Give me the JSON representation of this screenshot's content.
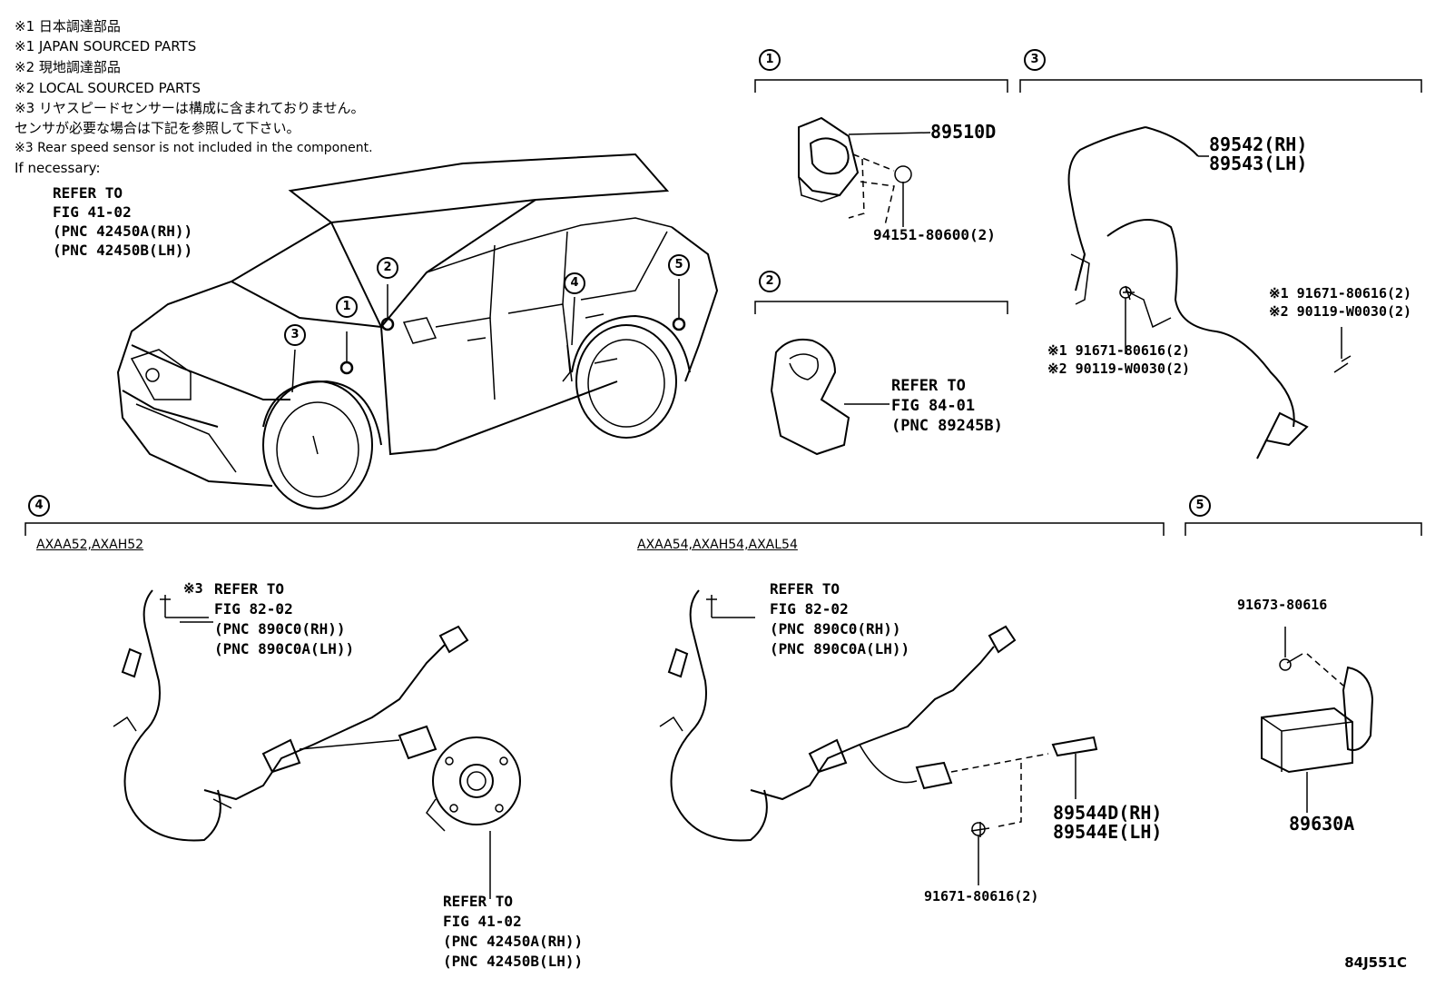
{
  "notes": [
    "※1 日本調達部品",
    "※1 JAPAN SOURCED PARTS",
    "※2 現地調達部品",
    "※2 LOCAL SOURCED PARTS",
    "※3 リヤスピードセンサーは構成に含まれておりません。",
    "     センサが必要な場合は下記を参照して下さい。",
    "※3 Rear speed sensor is not included in the component.",
    "     If necessary:"
  ],
  "refer_top": [
    "REFER TO",
    "FIG 41-02",
    "(PNC 42450A(RH))",
    "(PNC 42450B(LH))"
  ],
  "callouts": [
    "1",
    "2",
    "3",
    "4",
    "5"
  ],
  "sec1": {
    "number": "1",
    "part_main": "89510D",
    "part_bolt": "94151-80600(2)"
  },
  "sec2": {
    "number": "2",
    "refer": [
      "REFER TO",
      "FIG 84-01",
      "(PNC 89245B)"
    ]
  },
  "sec3": {
    "number": "3",
    "part_rh": "89542(RH)",
    "part_lh": "89543(LH)",
    "bolt_right": [
      "※1 91671-80616(2)",
      "※2 90119-W0030(2)"
    ],
    "bolt_left": [
      "※1 91671-80616(2)",
      "※2 90119-W0030(2)"
    ]
  },
  "sec4": {
    "number": "4",
    "model_left": "AXAA52,AXAH52",
    "model_right": "AXAA54,AXAH54,AXAL54",
    "refer_left_mark": "※3",
    "refer_left": [
      "REFER TO",
      "FIG 82-02",
      "(PNC 890C0(RH))",
      "(PNC 890C0A(LH))"
    ],
    "refer_right": [
      "REFER TO",
      "FIG 82-02",
      "(PNC 890C0(RH))",
      "(PNC 890C0A(LH))"
    ],
    "refer_hub": [
      "REFER TO",
      "FIG 41-02",
      "(PNC 42450A(RH))",
      "(PNC 42450B(LH))"
    ],
    "part_rh": "89544D(RH)",
    "part_lh": "89544E(LH)",
    "bolt": "91671-80616(2)"
  },
  "sec5": {
    "number": "5",
    "bolt": "91673-80616",
    "part": "89630A"
  },
  "figure_code": "84J551C"
}
